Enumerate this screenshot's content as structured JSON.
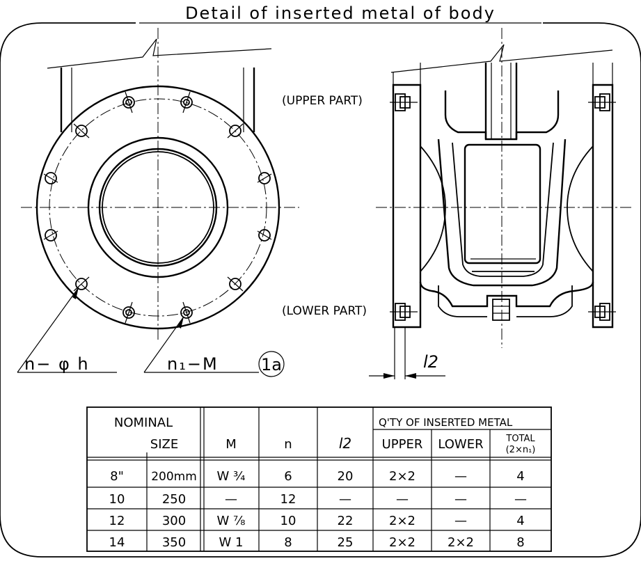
{
  "title": "Detail of inserted metal of body",
  "labels": {
    "upper_part": "(UPPER PART)",
    "lower_part": "(LOWER PART)",
    "n_phi_h": "n− φ h",
    "n1_m": "n₁−M",
    "item_1a": "1a",
    "l2": "l2"
  },
  "table": {
    "header": {
      "nominal_size_1": "NOMINAL",
      "nominal_size_2": "SIZE",
      "m": "M",
      "n": "n",
      "l2": "l2",
      "qty": "Q'TY OF INSERTED METAL",
      "upper": "UPPER",
      "lower": "LOWER",
      "total_1": "TOTAL",
      "total_2": "(2×n₁)"
    },
    "rows": [
      {
        "inch": "8\"",
        "mm": "200mm",
        "m": "W ¾",
        "n": "6",
        "l2": "20",
        "upper": "2×2",
        "lower": "—",
        "total": "4"
      },
      {
        "inch": "10",
        "mm": "250",
        "m": "—",
        "n": "12",
        "l2": "—",
        "upper": "—",
        "lower": "—",
        "total": "—"
      },
      {
        "inch": "12",
        "mm": "300",
        "m": "W ⅞",
        "n": "10",
        "l2": "22",
        "upper": "2×2",
        "lower": "—",
        "total": "4"
      },
      {
        "inch": "14",
        "mm": "350",
        "m": "W 1",
        "n": "8",
        "l2": "25",
        "upper": "2×2",
        "lower": "2×2",
        "total": "8"
      }
    ]
  }
}
